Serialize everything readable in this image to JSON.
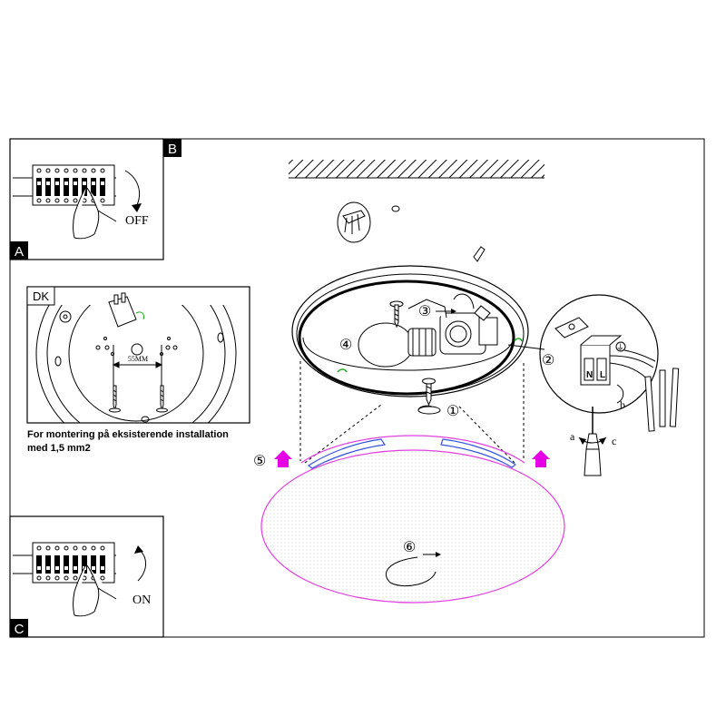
{
  "panels": {
    "b": {
      "tag": "B",
      "switch_label": "OFF"
    },
    "a": {
      "tag": "A"
    },
    "dk": {
      "tag": "DK",
      "dimension": "55MM"
    },
    "c": {
      "tag": "C",
      "switch_label": "ON"
    }
  },
  "note": {
    "line1": "For montering på  eksisterende installation",
    "line2": "med 1,5 mm2"
  },
  "steps": {
    "s1": "①",
    "s2": "②",
    "s3": "③",
    "s4": "④",
    "s5": "⑤",
    "s6": "⑥"
  },
  "terminals": {
    "neutral": "N",
    "live": "L",
    "ground": "⏚"
  },
  "tool_labels": {
    "a": "a",
    "b": "b",
    "c": "c"
  },
  "colors": {
    "shade_outline": "#e040e0",
    "arrow_fill": "#e600e6",
    "green_mark": "#22aa22",
    "blue_highlight": "#3355dd",
    "line": "#000000"
  }
}
